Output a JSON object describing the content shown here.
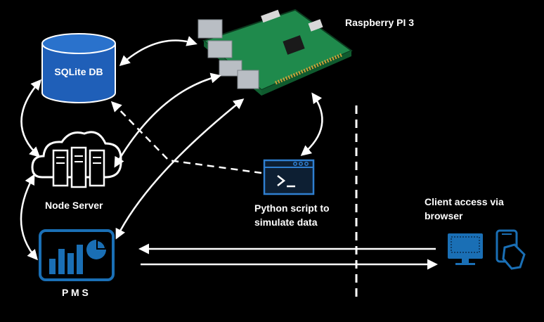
{
  "labels": {
    "raspberry": "Raspberry PI 3",
    "sqlite": "SQLite DB",
    "node_server": "Node Server",
    "python_line1": "Python script to",
    "python_line2": "simulate data",
    "client_line1": "Client access via",
    "client_line2": "browser",
    "pms": "P M S"
  },
  "colors": {
    "background": "#000000",
    "db_blue": "#1f5fb8",
    "icon_blue": "#1a6fb5",
    "board_green": "#1f8a4c",
    "arrow": "#ffffff"
  },
  "icons": [
    "database-icon",
    "cloud-server-icon",
    "raspberry-pi-board-icon",
    "terminal-window-icon",
    "dashboard-chart-icon",
    "desktop-monitor-icon",
    "mobile-phone-icon"
  ]
}
